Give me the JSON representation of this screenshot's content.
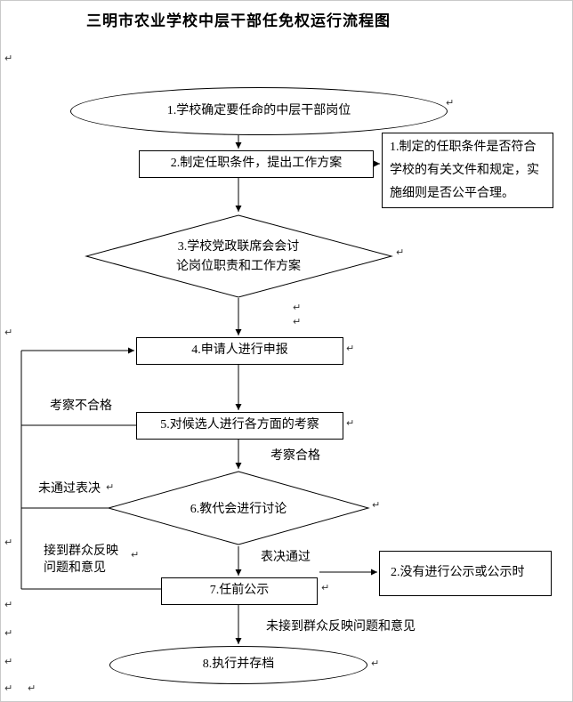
{
  "title": "三明市农业学校中层干部任免权运行流程图",
  "flowchart": {
    "nodes": {
      "start": "1.学校确定要任命的中层干部岗位",
      "step2": "2.制定任职条件，提出工作方案",
      "note1": "1.制定的任职条件是否符合学校的有关文件和规定，实施细则是否公平合理。",
      "decision3": "3.学校党政联席会会讨论岗位职责和工作方案",
      "step4": "4.申请人进行申报",
      "step5": "5.对候选人进行各方面的考察",
      "decision6": "6.教代会进行讨论",
      "step7": "7.任前公示",
      "note2": "2.没有进行公示或公示时",
      "end": "8.执行并存档"
    },
    "edge_labels": {
      "inspection_pass": "考察合格",
      "inspection_fail": "考察不合格",
      "vote_fail": "未通过表决",
      "vote_pass": "表决通过",
      "feedback_received": "接到群众反映问题和意见",
      "no_feedback": "未接到群众反映问题和意见"
    }
  },
  "decorations": {
    "paragraph_mark": "↵"
  },
  "colors": {
    "line": "#000000",
    "background": "#ffffff",
    "border": "#c9c9c9"
  }
}
